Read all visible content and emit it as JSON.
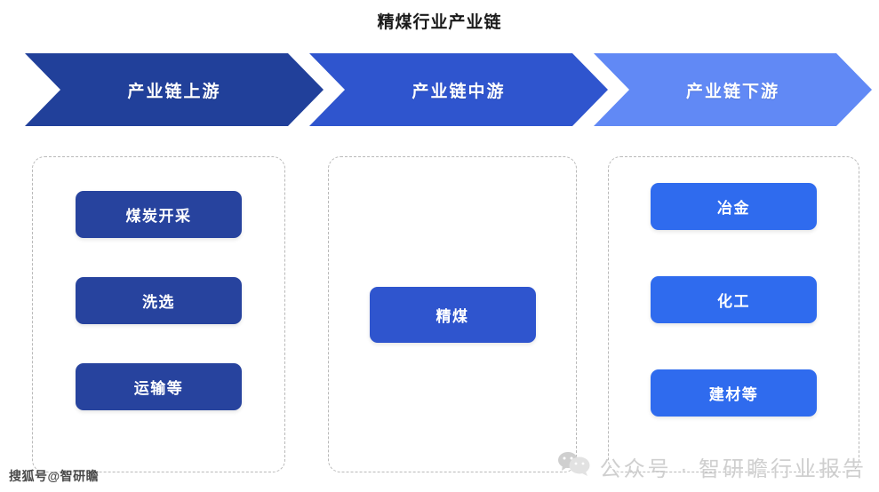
{
  "title": "精煤行业产业链",
  "colors": {
    "upstream_banner": "#21409A",
    "midstream_banner": "#2F55CE",
    "downstream_banner": "#6189F5",
    "upstream_node": "#27439E",
    "midstream_node": "#2F55CE",
    "downstream_node": "#2F6BEE",
    "dashed_border": "#b9b9b9",
    "title_text": "#1a1a1a",
    "watermark": "#cfcfcf"
  },
  "banners": [
    {
      "id": "upstream",
      "label": "产业链上游"
    },
    {
      "id": "midstream",
      "label": "产业链中游"
    },
    {
      "id": "downstream",
      "label": "产业链下游"
    }
  ],
  "columns": {
    "upstream": {
      "nodes": [
        {
          "label": "煤炭开采"
        },
        {
          "label": "洗选"
        },
        {
          "label": "运输等"
        }
      ]
    },
    "midstream": {
      "nodes": [
        {
          "label": "精煤"
        }
      ]
    },
    "downstream": {
      "nodes": [
        {
          "label": "冶金"
        },
        {
          "label": "化工"
        },
        {
          "label": "建材等"
        }
      ]
    }
  },
  "watermarks": {
    "left": "搜狐号@智研瞻",
    "right_icon": "wechat-icon",
    "right": "公众号 · 智研瞻行业报告"
  }
}
